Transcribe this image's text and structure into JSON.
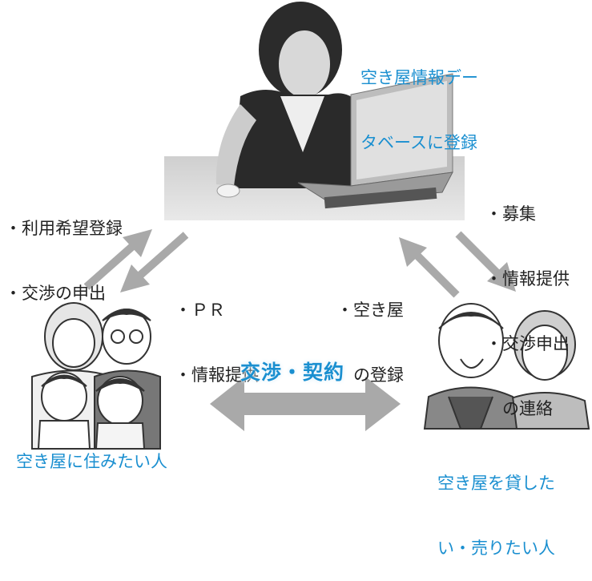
{
  "center": {
    "caption": [
      "空き屋情報デー",
      "タベースに登録"
    ]
  },
  "left_actions": [
    "・利用希望登録",
    "・交渉の申出"
  ],
  "pr_actions": [
    "・ＰＲ",
    "・情報提供"
  ],
  "register_actions": [
    "・空き屋",
    "　の登録"
  ],
  "right_actions": [
    "・募集",
    "・情報提供",
    "・交渉申出",
    "　の連絡"
  ],
  "deal_label": "交渉・契約",
  "left_party": "空き屋に住みたい人",
  "right_party": [
    "空き屋を貸した",
    "い・売りたい人"
  ],
  "colors": {
    "accent": "#1a8fd0",
    "arrow": "#a9a9a9"
  },
  "icons": [
    "office-worker-photo",
    "family-illustration",
    "elderly-couple-illustration"
  ]
}
